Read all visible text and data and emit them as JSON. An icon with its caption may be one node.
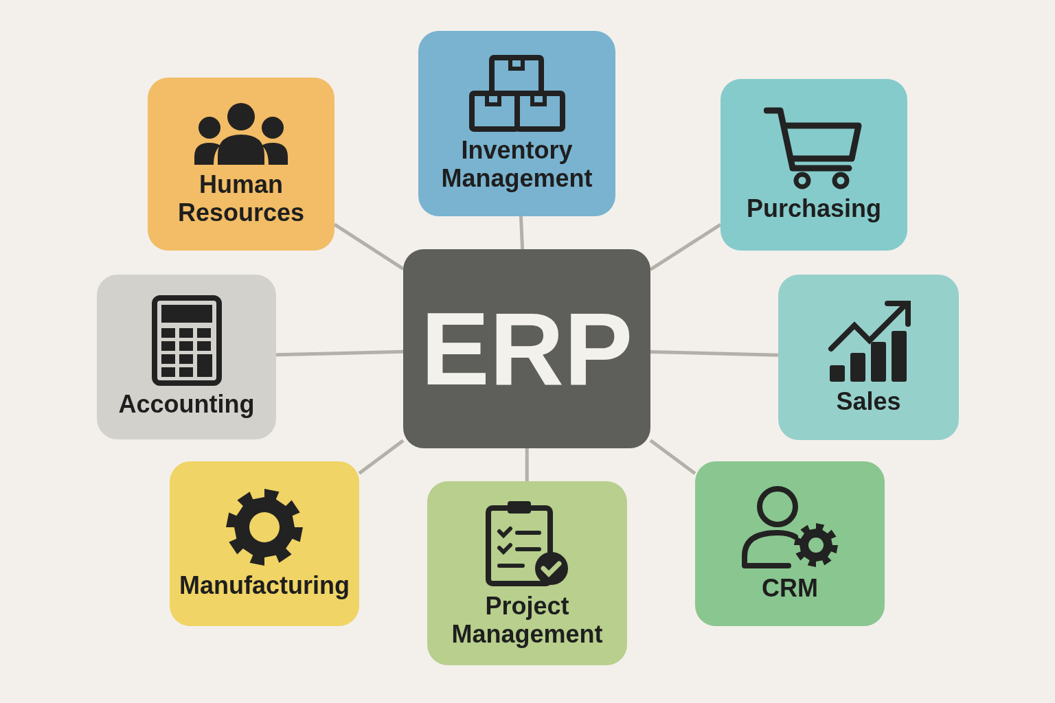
{
  "diagram": {
    "nodes": [
      {
        "text": [
          "Inventory Management"
        ]
      },
      {
        "text": [
          "Human Resources"
        ]
      },
      {
        "text": [
          "Purchasing"
        ]
      },
      {
        "text": [
          "Accounting"
        ]
      },
      {
        "text": [
          "ERP"
        ]
      },
      {
        "text": [
          "Sales"
        ]
      },
      {
        "text": [
          "Manufacturing"
        ]
      },
      {
        "text": [
          "Project Management"
        ]
      },
      {
        "text": [
          "CRM"
        ]
      }
    ],
    "edges": [
      {
        "from": 4,
        "to": 0,
        "arrow": "none"
      },
      {
        "from": 4,
        "to": 1,
        "arrow": "none"
      },
      {
        "from": 4,
        "to": 2,
        "arrow": "none"
      },
      {
        "from": 4,
        "to": 3,
        "arrow": "none"
      },
      {
        "from": 4,
        "to": 5,
        "arrow": "none"
      },
      {
        "from": 4,
        "to": 6,
        "arrow": "none"
      },
      {
        "from": 4,
        "to": 7,
        "arrow": "none"
      },
      {
        "from": 4,
        "to": 8,
        "arrow": "none"
      }
    ]
  }
}
